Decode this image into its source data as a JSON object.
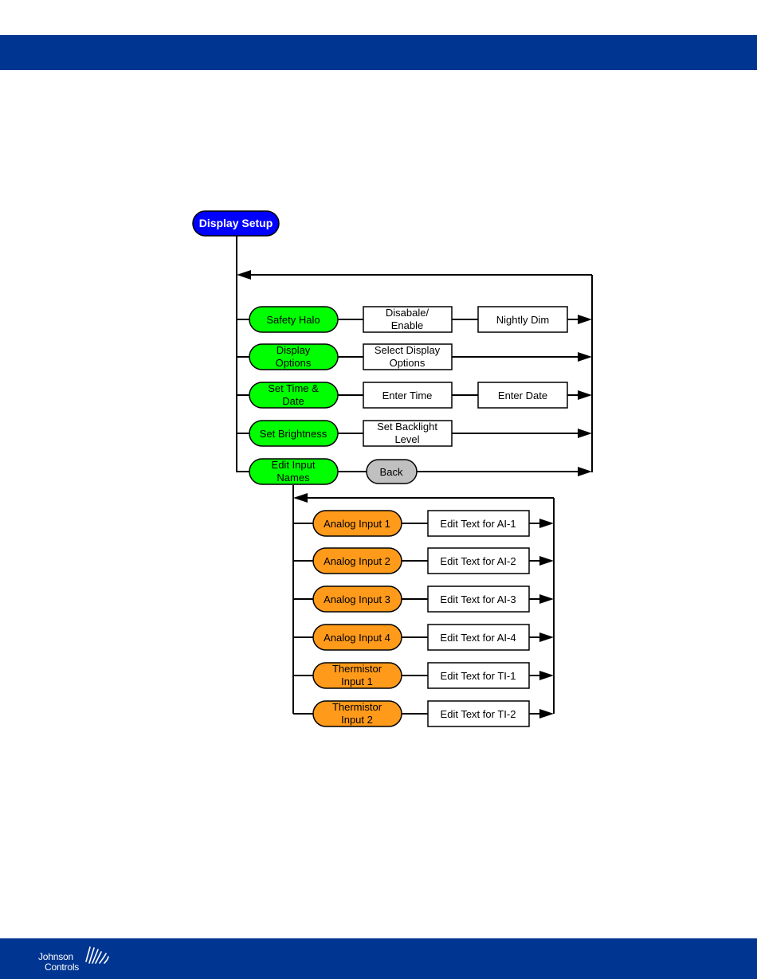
{
  "diagram": {
    "root": "Display Setup",
    "menu_items": [
      {
        "label": "Safety Halo",
        "steps": [
          "Disabale/ Enable",
          "Nightly Dim"
        ]
      },
      {
        "label": "Display Options",
        "steps": [
          "Select Display Options"
        ]
      },
      {
        "label": "Set Time & Date",
        "steps": [
          "Enter Time",
          "Enter Date"
        ]
      },
      {
        "label": "Set Brightness",
        "steps": [
          "Set Backlight Level"
        ]
      },
      {
        "label": "Edit Input Names",
        "steps": [
          "Back"
        ]
      }
    ],
    "sub_items": [
      {
        "label": "Analog Input 1",
        "step": "Edit Text for AI-1"
      },
      {
        "label": "Analog Input 2",
        "step": "Edit Text for AI-2"
      },
      {
        "label": "Analog Input 3",
        "step": "Edit Text for AI-3"
      },
      {
        "label": "Analog Input 4",
        "step": "Edit Text for AI-4"
      },
      {
        "label": "Thermistor Input 1",
        "step": "Edit Text for TI-1"
      },
      {
        "label": "Thermistor Input 2",
        "step": "Edit Text for TI-2"
      }
    ]
  },
  "footer": {
    "brand_line1": "Johnson",
    "brand_line2": "Controls"
  },
  "colors": {
    "header": "#003591",
    "root_node": "#0000ff",
    "menu_node": "#00ff00",
    "sub_node": "#ff9a1a",
    "back_node": "#c0c0c0"
  },
  "icons": {
    "logo": "johnson-controls-logo-icon"
  }
}
